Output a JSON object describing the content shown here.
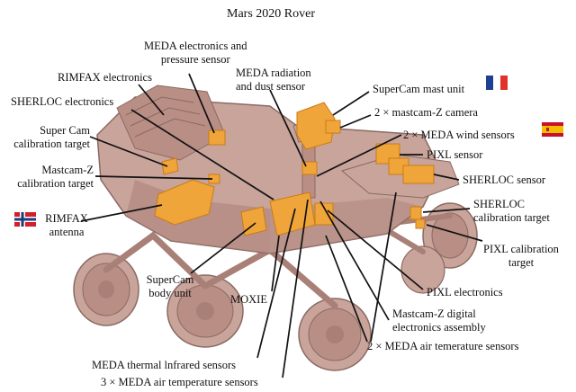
{
  "title": "Mars 2020 Rover",
  "labels": {
    "meda_electronics": "MEDA electronics and\npressure sensor",
    "rimfax_electronics": "RIMFAX electronics",
    "meda_radiation": "MEDA radiation\nand dust sensor",
    "supercam_mast": "SuperCam mast unit",
    "sherloc_electronics": "SHERLOC electronics",
    "mastcam_z_camera": "2 × mastcam-Z camera",
    "supercam_cal": "Super Cam\ncalibration target",
    "meda_wind": "2 × MEDA wind sensors",
    "pixl_sensor": "PIXL sensor",
    "mastcam_z_cal": "Mastcam-Z\ncalibration target",
    "sherloc_sensor": "SHERLOC sensor",
    "sherloc_cal": "SHERLOC\ncalibration target",
    "rimfax_antenna": "RIMFAX\nantenna",
    "pixl_cal": "PIXL calibration\ntarget",
    "supercam_body": "SuperCam\nbody unit",
    "pixl_electronics": "PIXL electronics",
    "moxie": "MOXIE",
    "mastcam_z_digital": "Mastcam-Z digital\nelectronics assembly",
    "meda_air_2": "2 × MEDA air temerature sensors",
    "meda_thermal": "MEDA thermal lnfrared sensors",
    "meda_air_3": "3 × MEDA air temperature sensors"
  },
  "flags": {
    "france": {
      "left": "#1f3f94",
      "middle": "#ffffff",
      "right": "#e2312d"
    },
    "spain": {
      "stripe": "#c8102e",
      "band": "#f1bf00"
    },
    "norway": {
      "field": "#d0202c",
      "cross_white": "#ffffff",
      "cross_blue": "#1f3a7a"
    }
  },
  "colors": {
    "rover_body": "#c9a49b",
    "rover_shade": "#a98077",
    "rover_outline": "#8a6a63",
    "instrument": "#f0a53a",
    "instrument_dark": "#c97c16",
    "leader": "#111111"
  }
}
